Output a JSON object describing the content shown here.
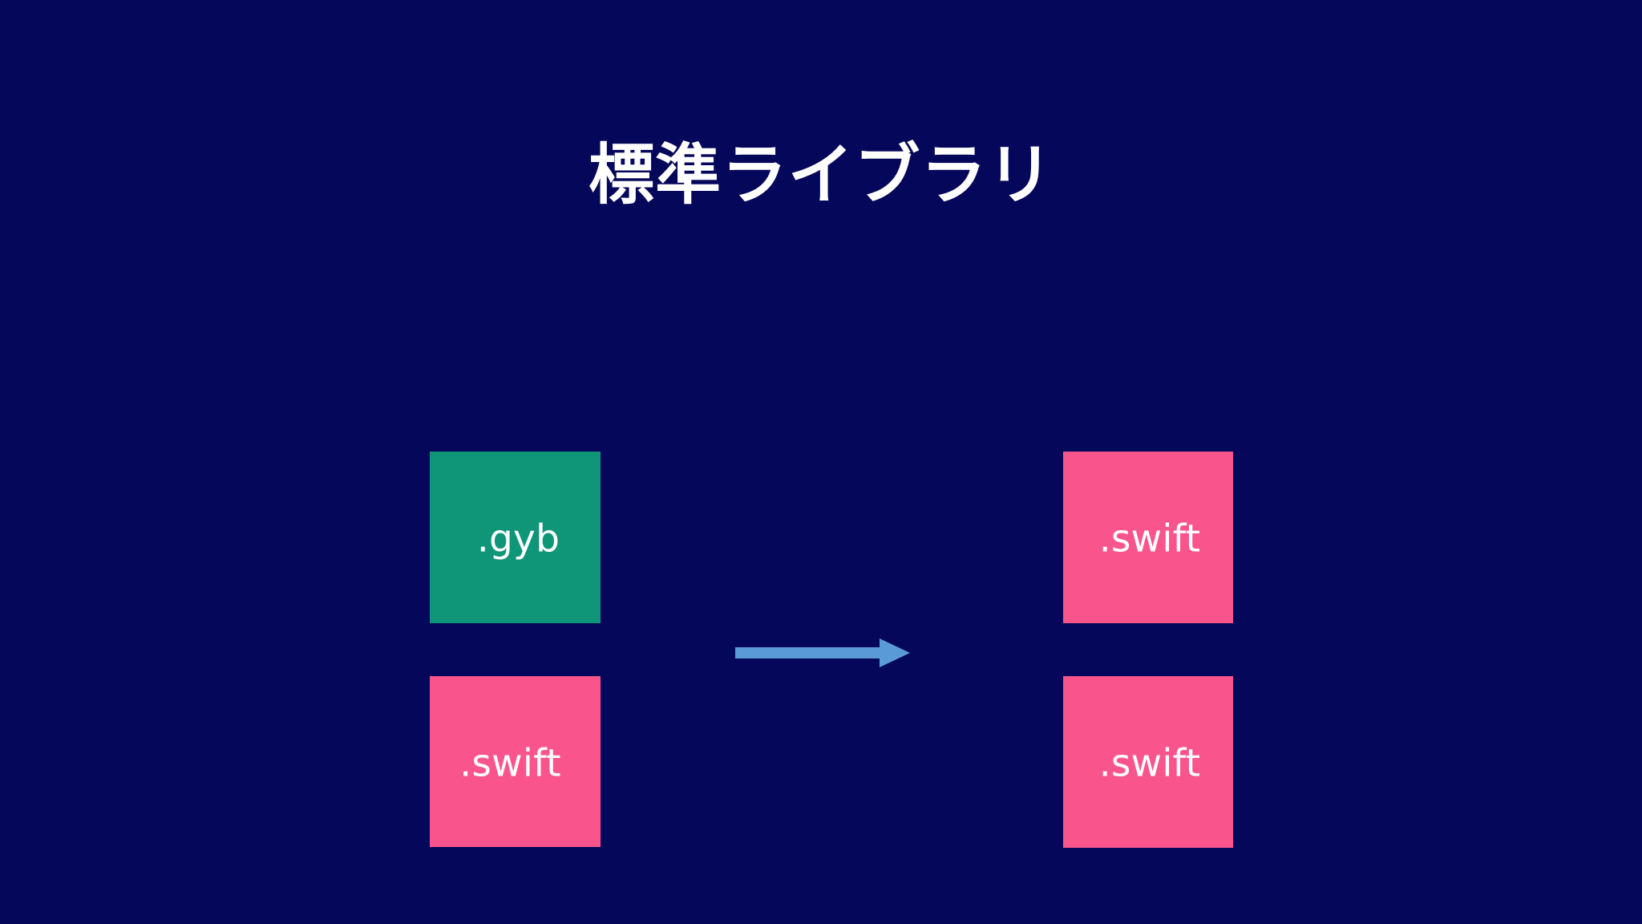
{
  "slide": {
    "title": "標準ライブラリ",
    "background_color": "#05075a",
    "title_color": "#ffffff"
  },
  "diagram": {
    "type": "flow",
    "description": "source files transformed into generated swift files",
    "arrow": {
      "name": "transform-arrow",
      "color": "#5b9bd5",
      "direction": "right"
    },
    "source_boxes": [
      {
        "label": ".gyb",
        "color": "#0f9578",
        "text_color": "#ffffff"
      },
      {
        "label": ".swift",
        "color": "#f9558c",
        "text_color": "#ffffff"
      }
    ],
    "output_boxes": [
      {
        "label": ".swift",
        "color": "#f9558c",
        "text_color": "#ffffff"
      },
      {
        "label": ".swift",
        "color": "#f9558c",
        "text_color": "#ffffff"
      }
    ]
  }
}
